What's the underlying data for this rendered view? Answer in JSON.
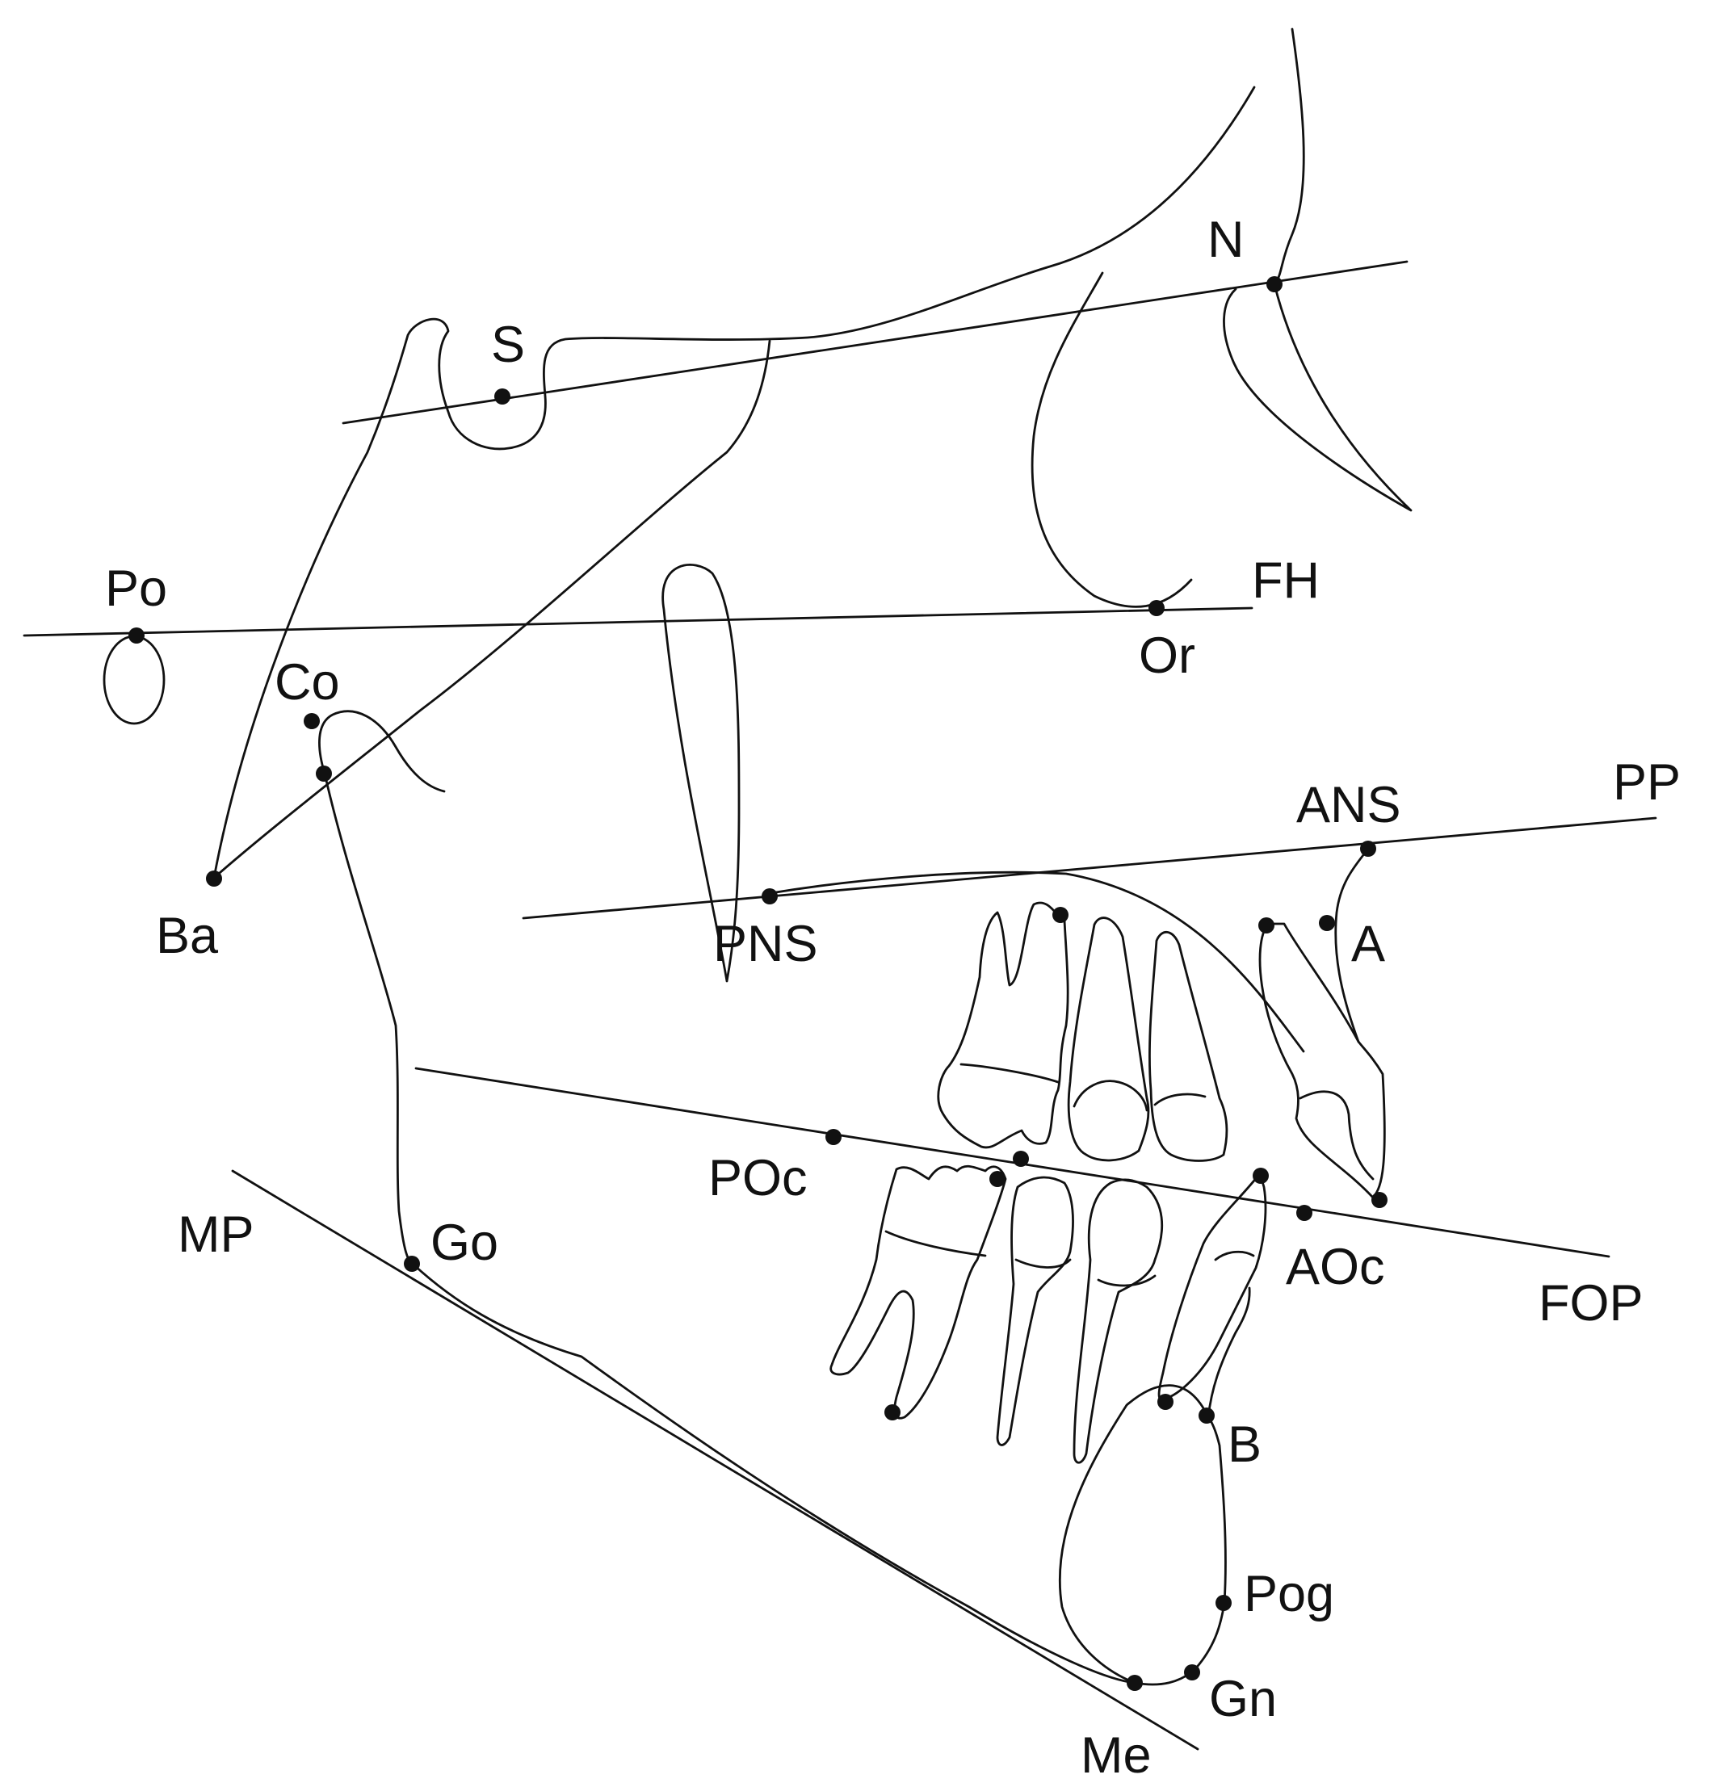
{
  "diagram": {
    "landmarks": {
      "S": "S",
      "N": "N",
      "Po": "Po",
      "Or": "Or",
      "Co": "Co",
      "Ba": "Ba",
      "ANS": "ANS",
      "PNS": "PNS",
      "A": "A",
      "POc": "POc",
      "AOc": "AOc",
      "Go": "Go",
      "B": "B",
      "Pog": "Pog",
      "Gn": "Gn",
      "Me": "Me"
    },
    "reference_lines": {
      "FH": "FH",
      "PP": "PP",
      "FOP": "FOP",
      "MP": "MP"
    }
  }
}
